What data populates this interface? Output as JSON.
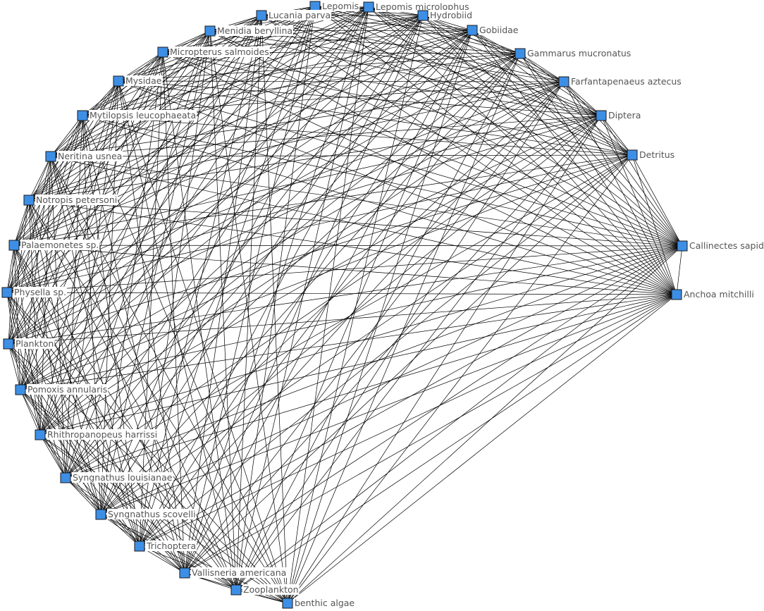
{
  "colors": {
    "node_fill": "#3d8fe6",
    "edge": "#000000",
    "label": "#555555"
  },
  "nodes": [
    {
      "id": "lepomis",
      "label": "Lepomis"
    },
    {
      "id": "lepomis-microlophus",
      "label": "Lepomis microlophus"
    },
    {
      "id": "hydrobiid",
      "label": "Hydrobiid"
    },
    {
      "id": "gobiidae",
      "label": "Gobiidae"
    },
    {
      "id": "gammarus-mucronatus",
      "label": "Gammarus mucronatus"
    },
    {
      "id": "farfantapenaeus-aztecus",
      "label": "Farfantapenaeus aztecus"
    },
    {
      "id": "diptera",
      "label": "Diptera"
    },
    {
      "id": "detritus",
      "label": "Detritus"
    },
    {
      "id": "callinectes-sapidus",
      "label": "Callinectes sapidus"
    },
    {
      "id": "anchoa-mitchilli",
      "label": "Anchoa mitchilli"
    },
    {
      "id": "benthic-algae",
      "label": "benthic algae"
    },
    {
      "id": "zooplankton",
      "label": "Zooplankton"
    },
    {
      "id": "vallisneria-americana",
      "label": "Vallisneria americana"
    },
    {
      "id": "trichoptera",
      "label": "Trichoptera"
    },
    {
      "id": "syngnathus-scovelli",
      "label": "Syngnathus scovelli"
    },
    {
      "id": "syngnathus-louisianae",
      "label": "Syngnathus louisianae"
    },
    {
      "id": "rhithropanopeus-harrissi",
      "label": "Rhithropanopeus harrissi"
    },
    {
      "id": "pomoxis-annularis",
      "label": "Pomoxis annularis"
    },
    {
      "id": "plankton",
      "label": "Plankton"
    },
    {
      "id": "physella-sp",
      "label": "Physella sp."
    },
    {
      "id": "palaemonetes-sp",
      "label": "Palaemonetes sp."
    },
    {
      "id": "notropis-petersoni",
      "label": "Notropis petersoni"
    },
    {
      "id": "neritina-usnea",
      "label": "Neritina usnea"
    },
    {
      "id": "mytilopsis-leucophaeata",
      "label": "Mytilopsis leucophaeata"
    },
    {
      "id": "mysidae",
      "label": "Mysidae"
    },
    {
      "id": "micropterus-salmoides",
      "label": "Micropterus salmoides"
    },
    {
      "id": "menidia-beryllina",
      "label": "Menidia beryllina"
    },
    {
      "id": "lucania-parva",
      "label": "Lucania parva"
    }
  ]
}
